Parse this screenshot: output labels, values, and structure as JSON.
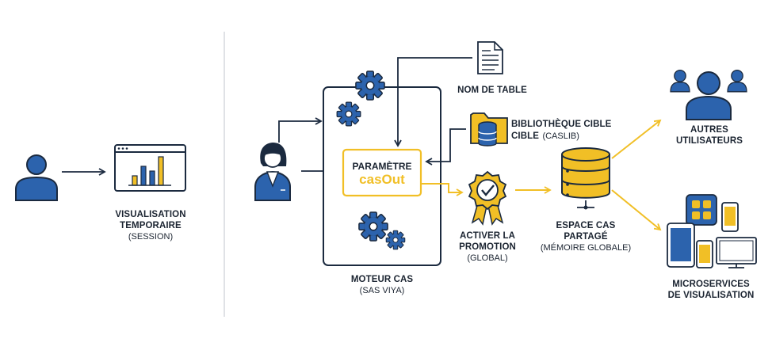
{
  "left": {
    "visualisation": {
      "line1": "VISUALISATION",
      "line2": "TEMPORAIRE",
      "line3": "(SESSION)"
    }
  },
  "engine": {
    "param_line1": "PARAMÈTRE",
    "param_line2": "casOut",
    "caption_line1": "MOTEUR CAS",
    "caption_line2": "(SAS VIYA)"
  },
  "table_name": "NOM DE TABLE",
  "caslib": {
    "line1": "BIBLIOTHÈQUE CIBLE",
    "line2_bold": "CIBLE",
    "line2_normal": "(CASLIB)"
  },
  "promotion": {
    "line1": "ACTIVER LA",
    "line2": "PROMOTION",
    "line3": "(GLOBAL)"
  },
  "shared": {
    "line1": "ESPACE CAS",
    "line2": "PARTAGÉ",
    "line3": "(MÉMOIRE GLOBALE)"
  },
  "others": {
    "line1": "AUTRES",
    "line2": "UTILISATEURS"
  },
  "microservices": {
    "line1": "MICROSERVICES",
    "line2": "DE VISUALISATION"
  },
  "colors": {
    "navy": "#1b2a3f",
    "blue": "#2c63ad",
    "gold": "#f1bf26",
    "divider": "#d6d9de"
  },
  "icons": [
    "user-icon",
    "dashboard-chart-icon",
    "businesswoman-icon",
    "gear-icon",
    "document-icon",
    "folder-database-icon",
    "badge-checkmark-icon",
    "database-server-icon",
    "user-group-icon",
    "devices-icon"
  ]
}
